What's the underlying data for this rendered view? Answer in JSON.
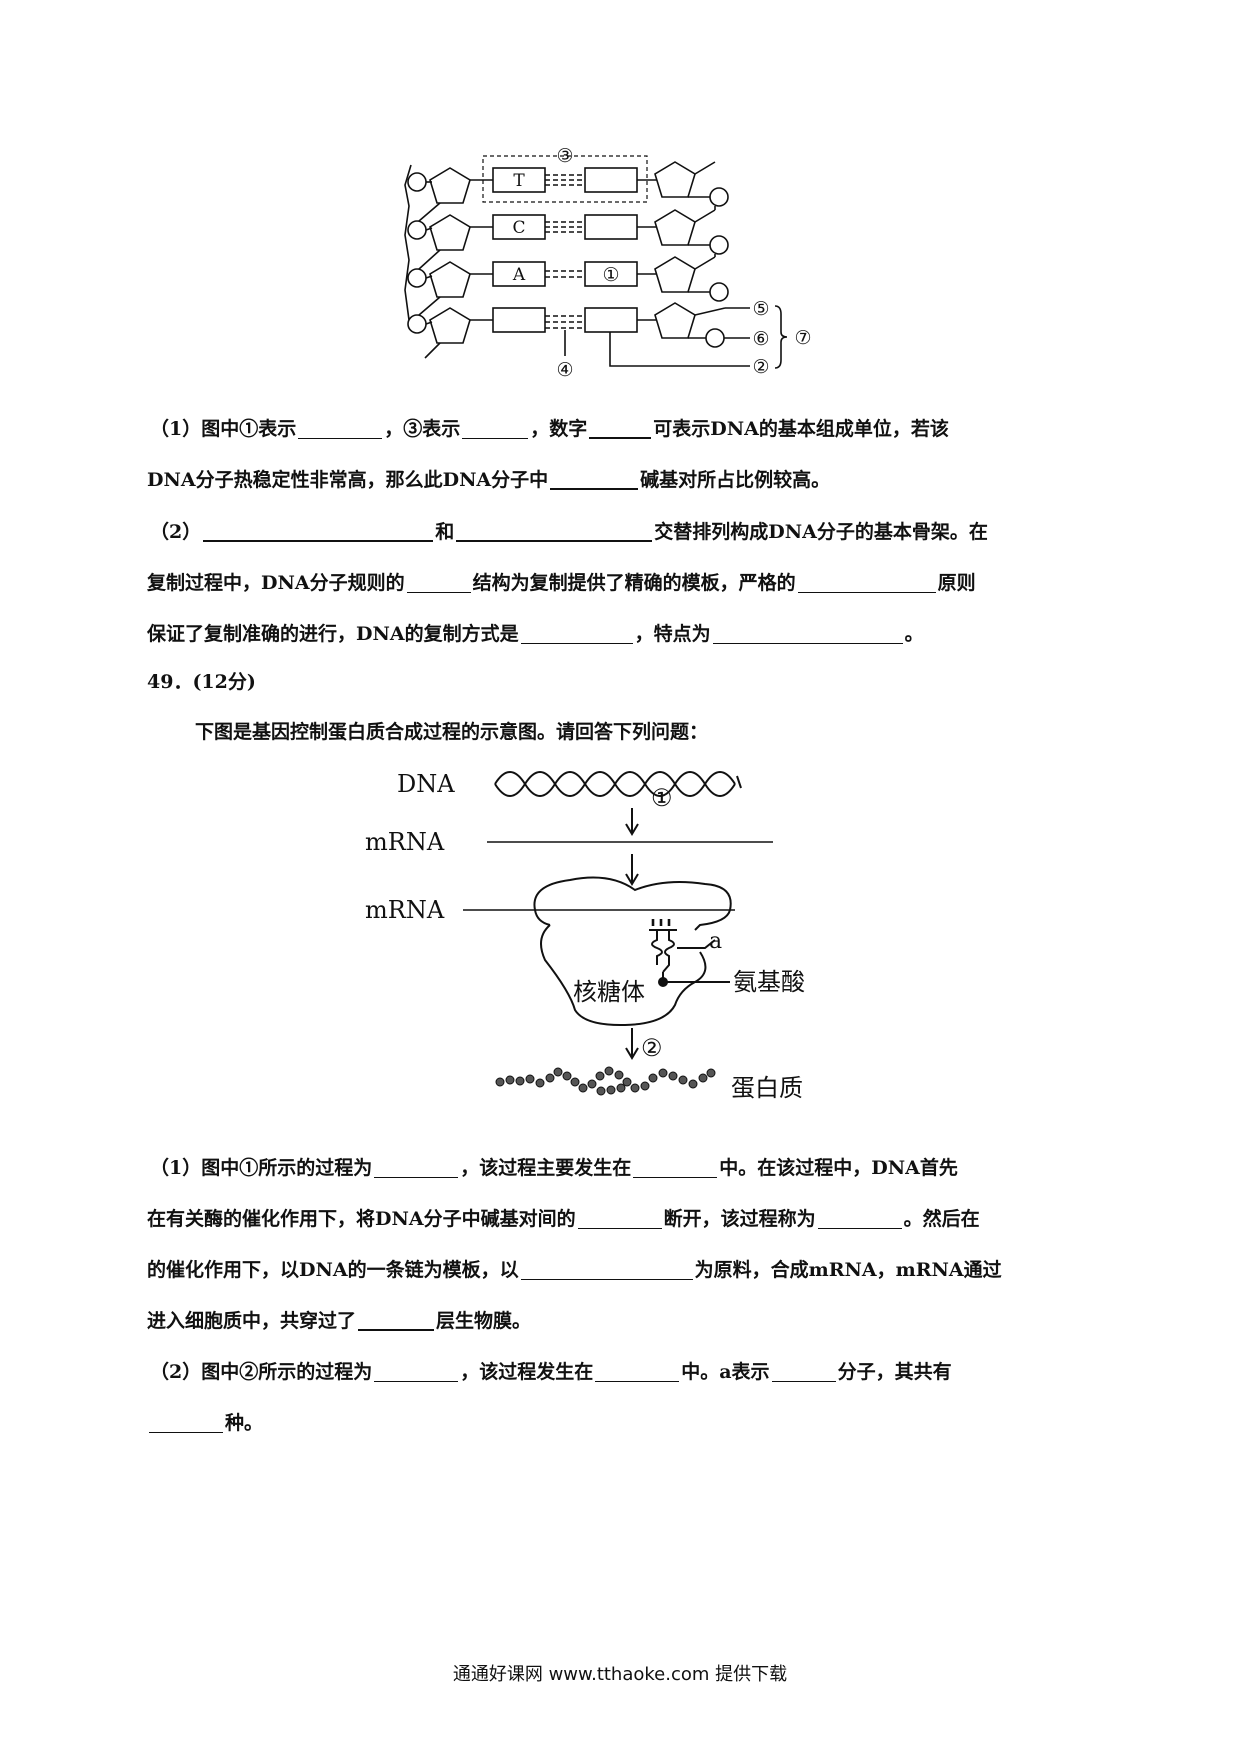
{
  "dna_diagram": {
    "base_T": "T",
    "base_C": "C",
    "base_A": "A",
    "label_1": "①",
    "label_3": "③",
    "label_4": "④",
    "label_5": "⑤",
    "label_6": "⑥",
    "label_2": "②",
    "label_7": "⑦"
  },
  "q48": {
    "p1_l1_a": "（1）图中①表示",
    "p1_l1_b": "，③表示",
    "p1_l1_c": "，数字",
    "p1_l1_d": "可表示DNA的基本组成单位，若该",
    "p1_l2_a": "DNA分子热稳定性非常高，那么此DNA分子中",
    "p1_l2_b": "碱基对所占比例较高。",
    "p2_l1_a": "（2）",
    "p2_l1_b": "和",
    "p2_l1_c": "交替排列构成DNA分子的基本骨架。在",
    "p2_l2_a": "复制过程中，DNA分子规则的",
    "p2_l2_b": "结构为复制提供了精确的模板，严格的",
    "p2_l2_c": "原则",
    "p2_l3_a": "保证了复制准确的进行，DNA的复制方式是",
    "p2_l3_b": "，特点为",
    "p2_l3_c": "。"
  },
  "q49": {
    "number": "49．(12分)",
    "intro": "下图是基因控制蛋白质合成过程的示意图。请回答下列问题：",
    "p1_l1_a": "（1）图中①所示的过程为",
    "p1_l1_b": "，该过程主要发生在",
    "p1_l1_c": "中。在该过程中，DNA首先",
    "p1_l2_a": "在有关酶的催化作用下，将DNA分子中碱基对间的",
    "p1_l2_b": "断开，该过程称为",
    "p1_l2_c": "。然后在",
    "p1_l3_a": "的催化作用下，以DNA的一条链为模板，以",
    "p1_l3_b": "为原料，合成mRNA，mRNA通过",
    "p1_l4_a": "进入细胞质中，共穿过了",
    "p1_l4_b": "层生物膜。",
    "p2_l1_a": "（2）图中②所示的过程为",
    "p2_l1_b": "，该过程发生在",
    "p2_l1_c": "中。a表示",
    "p2_l1_d": "分子，其共有",
    "p2_l2_a": "种。"
  },
  "protein_diagram": {
    "dna": "DNA",
    "mrna_top": "mRNA",
    "mrna_bottom": "mRNA",
    "step1": "①",
    "step2": "②",
    "a": "a",
    "amino_acid": "氨基酸",
    "ribosome": "核糖体",
    "protein": "蛋白质"
  },
  "footer": "通通好课网  www.tthaoke.com  提供下载"
}
